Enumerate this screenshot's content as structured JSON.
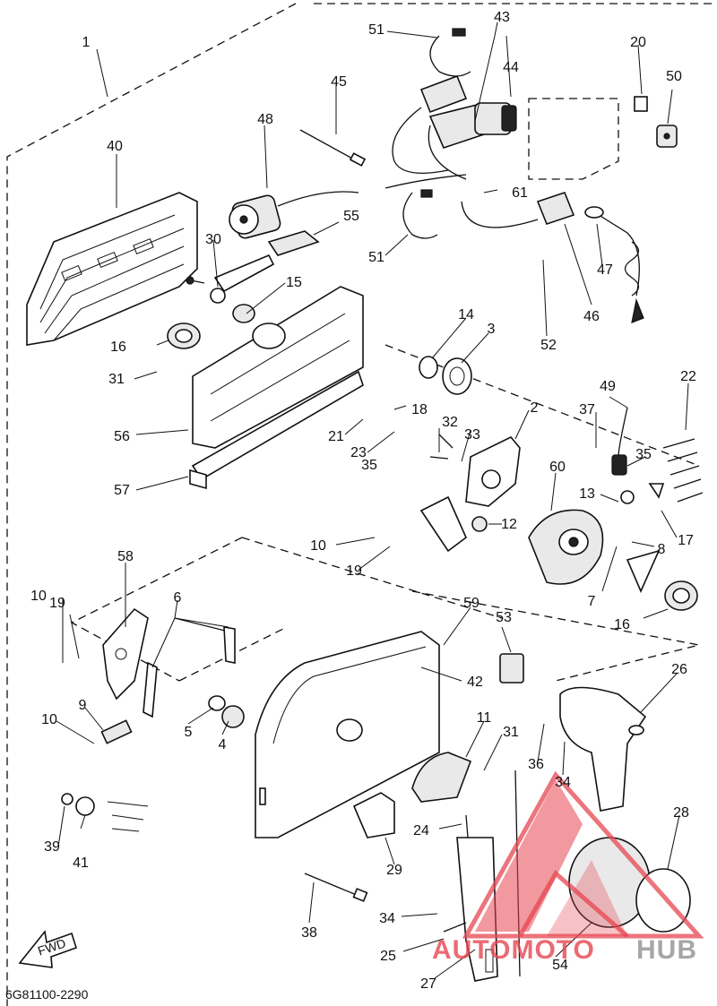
{
  "diagram_code": "6G81100-2290",
  "fwd_label": "FWD",
  "watermark": {
    "brand_left": "AUTOMOTO",
    "brand_right": "HUB"
  },
  "callouts": [
    {
      "id": "c1",
      "text": "1"
    },
    {
      "id": "c2",
      "text": "2"
    },
    {
      "id": "c3",
      "text": "3"
    },
    {
      "id": "c4",
      "text": "4"
    },
    {
      "id": "c5",
      "text": "5"
    },
    {
      "id": "c6",
      "text": "6"
    },
    {
      "id": "c7",
      "text": "7"
    },
    {
      "id": "c8",
      "text": "8"
    },
    {
      "id": "c9",
      "text": "9"
    },
    {
      "id": "c10a",
      "text": "10"
    },
    {
      "id": "c10b",
      "text": "10"
    },
    {
      "id": "c10c",
      "text": "10"
    },
    {
      "id": "c11",
      "text": "11"
    },
    {
      "id": "c12",
      "text": "12"
    },
    {
      "id": "c13",
      "text": "13"
    },
    {
      "id": "c14",
      "text": "14"
    },
    {
      "id": "c15",
      "text": "15"
    },
    {
      "id": "c16a",
      "text": "16"
    },
    {
      "id": "c16b",
      "text": "16"
    },
    {
      "id": "c17",
      "text": "17"
    },
    {
      "id": "c18",
      "text": "18"
    },
    {
      "id": "c19a",
      "text": "19"
    },
    {
      "id": "c19b",
      "text": "19"
    },
    {
      "id": "c20",
      "text": "20"
    },
    {
      "id": "c21",
      "text": "21"
    },
    {
      "id": "c22",
      "text": "22"
    },
    {
      "id": "c23",
      "text": "23"
    },
    {
      "id": "c24",
      "text": "24"
    },
    {
      "id": "c25",
      "text": "25"
    },
    {
      "id": "c26",
      "text": "26"
    },
    {
      "id": "c27",
      "text": "27"
    },
    {
      "id": "c28",
      "text": "28"
    },
    {
      "id": "c29",
      "text": "29"
    },
    {
      "id": "c30",
      "text": "30"
    },
    {
      "id": "c31a",
      "text": "31"
    },
    {
      "id": "c31b",
      "text": "31"
    },
    {
      "id": "c32",
      "text": "32"
    },
    {
      "id": "c33",
      "text": "33"
    },
    {
      "id": "c34a",
      "text": "34"
    },
    {
      "id": "c34b",
      "text": "34"
    },
    {
      "id": "c35a",
      "text": "35"
    },
    {
      "id": "c35b",
      "text": "35"
    },
    {
      "id": "c36",
      "text": "36"
    },
    {
      "id": "c37",
      "text": "37"
    },
    {
      "id": "c38",
      "text": "38"
    },
    {
      "id": "c39",
      "text": "39"
    },
    {
      "id": "c40",
      "text": "40"
    },
    {
      "id": "c41",
      "text": "41"
    },
    {
      "id": "c42",
      "text": "42"
    },
    {
      "id": "c43",
      "text": "43"
    },
    {
      "id": "c44",
      "text": "44"
    },
    {
      "id": "c45",
      "text": "45"
    },
    {
      "id": "c46",
      "text": "46"
    },
    {
      "id": "c47",
      "text": "47"
    },
    {
      "id": "c48",
      "text": "48"
    },
    {
      "id": "c49",
      "text": "49"
    },
    {
      "id": "c50",
      "text": "50"
    },
    {
      "id": "c51a",
      "text": "51"
    },
    {
      "id": "c51b",
      "text": "51"
    },
    {
      "id": "c52",
      "text": "52"
    },
    {
      "id": "c53",
      "text": "53"
    },
    {
      "id": "c54",
      "text": "54"
    },
    {
      "id": "c55",
      "text": "55"
    },
    {
      "id": "c56",
      "text": "56"
    },
    {
      "id": "c57",
      "text": "57"
    },
    {
      "id": "c58",
      "text": "58"
    },
    {
      "id": "c59",
      "text": "59"
    },
    {
      "id": "c60",
      "text": "60"
    },
    {
      "id": "c61",
      "text": "61"
    }
  ]
}
